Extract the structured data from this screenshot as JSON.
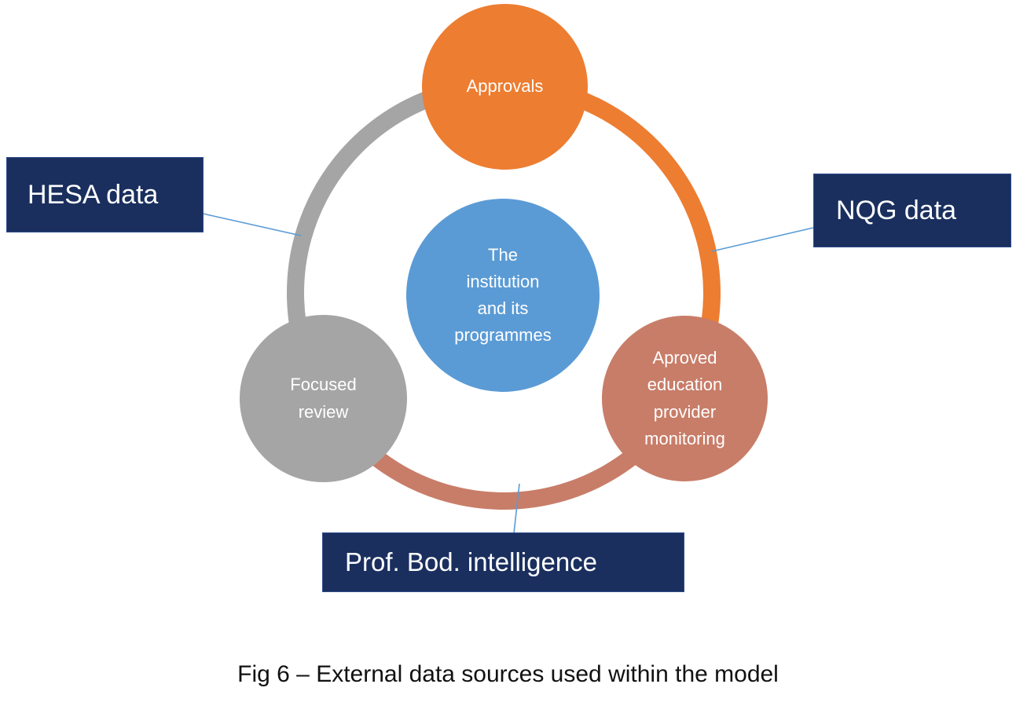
{
  "nodes": {
    "center": {
      "lines": [
        "The",
        "institution",
        "and its",
        "programmes"
      ],
      "color": "#5B9BD5"
    },
    "approvals": {
      "label": "Approvals",
      "color": "#ED7D31"
    },
    "focused_review": {
      "lines": [
        "Focused",
        "review"
      ],
      "color": "#A5A5A5"
    },
    "provider_monitoring": {
      "lines": [
        "Aproved",
        "education",
        "provider",
        "monitoring"
      ],
      "color": "#C87D68"
    }
  },
  "external_labels": {
    "hesa": "HESA data",
    "nqg": "NQG data",
    "prof_bod": "Prof. Bod. intelligence",
    "box_color": "#1A2F5E"
  },
  "ring": {
    "gray": "#A5A5A5",
    "orange": "#ED7D31",
    "rose": "#C87D68",
    "connector": "#5B9BD5"
  },
  "caption": "Fig 6 – External data sources used within the model"
}
